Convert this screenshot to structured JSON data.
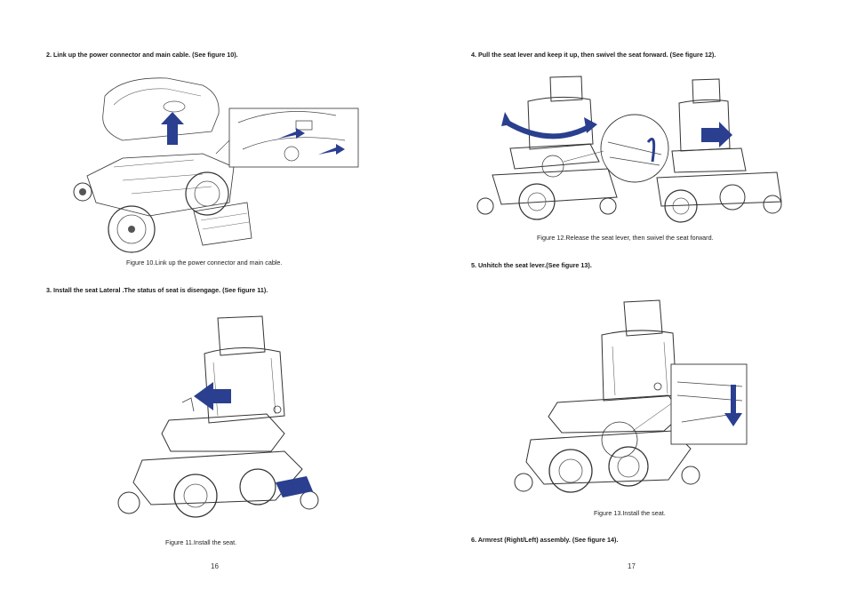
{
  "left_page": {
    "step2_heading": "2. Link up the power connector and main cable. (See figure 10).",
    "figure10_caption": "Figure 10.Link up the power connector and main cable.",
    "step3_heading": "3. Install the seat Lateral .The status of seat is disengage. (See figure 11).",
    "figure11_caption": "Figure 11.Install the seat.",
    "page_number": "16"
  },
  "right_page": {
    "step4_heading": "4. Pull the seat lever and keep it up, then swivel the seat forward. (See figure 12).",
    "figure12_caption": "Figure 12.Release the seat lever, then swivel the seat forward.",
    "step5_heading": "5. Unhitch the seat lever.(See figure 13).",
    "figure13_caption": "Figure 13.Install the seat.",
    "step6_heading": "6. Armrest (Right/Left) assembly. (See figure 14).",
    "page_number": "17"
  },
  "colors": {
    "arrow_blue": "#2a3f8f",
    "line": "#333333"
  }
}
